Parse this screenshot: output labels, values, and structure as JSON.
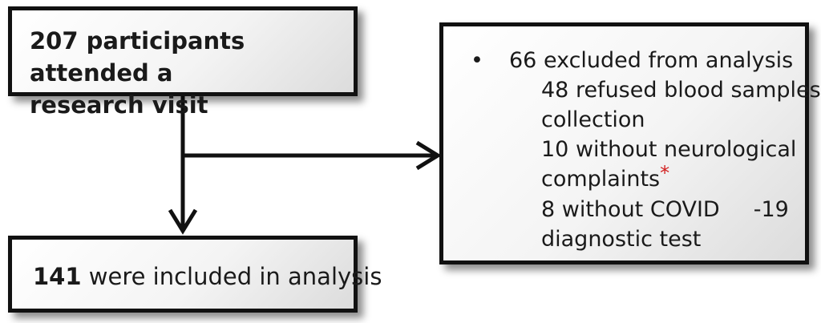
{
  "boxes": {
    "top": {
      "line1": "207 participants attended a",
      "line2": "research visit"
    },
    "bottom": {
      "count": "141",
      "text": " were included in analysis"
    },
    "excluded": {
      "bullet": "•",
      "heading": "66 excluded from analysis",
      "items": [
        "48 refused blood samples",
        "collection",
        "10 without neurological",
        "complaints",
        "8 without COVID",
        "-19",
        "diagnostic test"
      ],
      "asterisk": "*"
    }
  },
  "colors": {
    "border": "#111111",
    "asterisk": "#d21f1f"
  }
}
